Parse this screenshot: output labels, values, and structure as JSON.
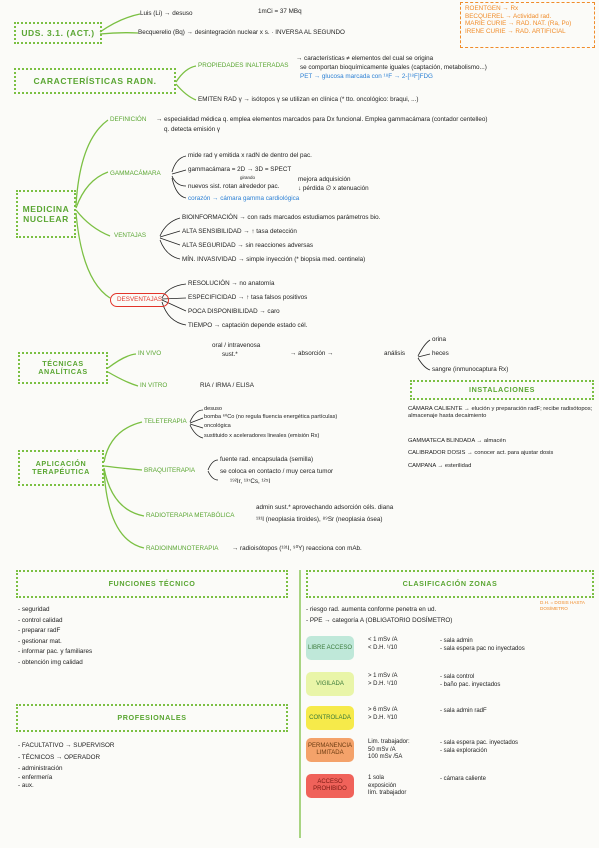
{
  "top": {
    "title": "UDS. 3.1. (ACT.)",
    "luis": "Luis (Li) → desuso",
    "becquerel": "Becquerelio (Bq) → desintegración nuclear x s. · INVERSA AL SEGUNDO",
    "lag": "1mCi = 37 MBq"
  },
  "units_box": [
    "ROENTGEN → Rx",
    "BECQUEREL → Actividad rad.",
    "MARIE CURIE → RAD. NAT. (Ra, Po)",
    "IRENE CURIE → RAD. ARTIFICIAL"
  ],
  "caracteristicas": {
    "title": "CARACTERÍSTICAS RADN.",
    "prop_label": "PROPIEDADES INALTERADAS",
    "prop_1": "→ características ≠ elementos del cual se origina",
    "prop_2": "se comportan bioquímicamente iguales (captación, metabolismo...)",
    "prop_3": "PET → glucosa marcada con ¹⁸F → 2-[¹⁸F]FDG",
    "emiten": "EMITEN RAD γ → isótopos γ se utilizan en clínica (* tto. oncológico: braqui, ...)"
  },
  "medicina": {
    "title": "MEDICINA NUCLEAR",
    "definicion_label": "DEFINICIÓN",
    "definicion_1": "→ especialidad médica q. emplea elementos marcados para Dx funcional. Emplea gammacámara (contador centelleo)",
    "definicion_2": "q. detecta emisión γ",
    "gamma_label": "GAMMACÁMARA",
    "gamma_1": "mide rad γ emitida x radN de dentro del pac.",
    "gamma_2": "gammacámara = 2D → 3D = SPECT",
    "gamma_2_sub": "girando",
    "gamma_3a": "nuevos sist. rotan alrededor pac.",
    "gamma_3b": "mejora adquisición",
    "gamma_3c": "↓ pérdida ∅ x atenuación",
    "gamma_4": "corazón → cámara gamma cardiológica",
    "ventajas_label": "VENTAJAS",
    "ventajas": [
      "BIOINFORMACIÓN → con rads marcados estudiamos parámetros bio.",
      "ALTA SENSIBILIDAD → ↑ tasa detección",
      "ALTA SEGURIDAD → sin reacciones adversas",
      "MÍN. INVASIVIDAD → simple inyección (* biopsia med. centinela)"
    ],
    "desventajas_label": "DESVENTAJAS",
    "desventajas": [
      "RESOLUCIÓN → no anatomía",
      "ESPECIFICIDAD → ↑ tasa falsos positivos",
      "POCA DISPONIBILIDAD → caro",
      "TIEMPO → captación depende estado cél."
    ]
  },
  "tecnicas": {
    "title": "TÉCNICAS ANALÍTICAS",
    "in_vivo": "IN VIVO",
    "vivo_1": "oral / intravenosa",
    "vivo_2": "sust.*",
    "absorcion": "→ absorción →",
    "analisis": "análisis",
    "analisis_items": [
      "orina",
      "heces",
      "sangre (inmunocaptura Rx)"
    ],
    "in_vitro": "IN VITRO",
    "vitro_items": "RIA / IRMA / ELISA"
  },
  "instalaciones": {
    "title": "INSTALACIONES",
    "items": [
      "CÁMARA CALIENTE → elución y preparación radF; recibe radisótopos; almacenaje hasta decaimiento",
      "GAMMATECA BLINDADA → almacén",
      "CALIBRADOR DOSIS → conocer act. para ajustar dosis",
      "CAMPANA → esterilidad"
    ]
  },
  "aplicacion": {
    "title": "APLICACIÓN TERAPÉUTICA",
    "tele_label": "TELETERAPIA",
    "tele_1": "desuso",
    "tele_2": "bomba ⁶⁰Co (no regula fluencia energética partículas)",
    "tele_3": "oncológica",
    "tele_4": "sustituido x aceleradores lineales (emisión Rx)",
    "braqui_label": "BRAQUITERAPIA",
    "braqui_1": "fuente rad. encapsulada (semilla)",
    "braqui_2": "se coloca en contacto / muy cerca tumor",
    "braqui_3": "¹⁹²Ir, ¹³⁷Cs, ¹²⁵I",
    "metab_label": "RADIOTERAPIA METABÓLICA",
    "metab_1": "admin sust.* aprovechando adsorción céls. diana",
    "metab_2": "¹³¹I (neoplasia tiroides), ⁸⁹Sr (neoplasia ósea)",
    "radioinmuno_label": "RADIOINMUNOTERAPIA",
    "radioinmuno": "→ radioisótopos (¹³¹I, ⁹⁰Y) reacciona con mAb."
  },
  "funciones": {
    "title": "FUNCIONES TÉCNICO",
    "items": [
      "- seguridad",
      "- control calidad",
      "- preparar radF",
      "- gestionar mat.",
      "- informar pac. y familiares",
      "- obtención img calidad"
    ]
  },
  "profesionales": {
    "title": "PROFESIONALES",
    "items": [
      "- FACULTATIVO → SUPERVISOR",
      "- TÉCNICOS → OPERADOR",
      "- administración",
      "- enfermería",
      "- aux."
    ]
  },
  "zonas": {
    "title": "CLASIFICACIÓN ZONAS",
    "intro_1": "- riesgo rad. aumenta conforme penetra en ud.",
    "intro_2": "- PPE → categoría A (OBLIGATORIO DOSÍMETRO)",
    "dh_note": "D.H. = DOSIS HASTA DOSÍMETRO",
    "rows": [
      {
        "name": "LIBRE ACCESO",
        "limits": "< 1 mSv /A\n< D.H. ¹/10",
        "desc": "- sala admin\n- sala espera pac no inyectados"
      },
      {
        "name": "VIGILADA",
        "limits": "> 1 mSv /A\n> D.H. ¹/10",
        "desc": "- sala control\n- baño pac. inyectados"
      },
      {
        "name": "CONTROLADA",
        "limits": "> 6 mSv /A\n> D.H. ³/10",
        "desc": "- sala admin radF"
      },
      {
        "name": "PERMANENCIA LIMITADA",
        "limits": "Lim. trabajador:\n50 mSv /A\n100 mSv /5A",
        "desc": "- sala espera pac. inyectados\n- sala exploración"
      },
      {
        "name": "ACCESO PROHIBIDO",
        "limits": "1 sola\nexposición\nlím. trabajador",
        "desc": "- cámara caliente"
      }
    ],
    "colors": [
      "#bfe8d9",
      "#e9f5a8",
      "#f6ea4a",
      "#f4a26a",
      "#f0625a"
    ]
  }
}
